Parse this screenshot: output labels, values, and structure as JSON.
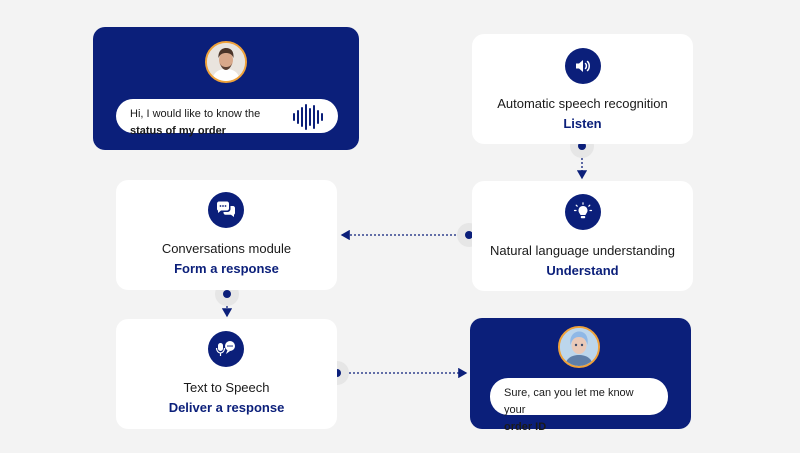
{
  "user_card": {
    "message_line1": "Hi, I would like to know the",
    "message_line2": "status of my order"
  },
  "asr_card": {
    "title": "Automatic speech recognition",
    "subtitle": "Listen",
    "icon": "speaker-icon"
  },
  "nlu_card": {
    "title": "Natural language understanding",
    "subtitle": "Understand",
    "icon": "lightbulb-icon"
  },
  "conversations_card": {
    "title": "Conversations module",
    "subtitle": "Form a response",
    "icon": "chat-bubbles-icon"
  },
  "tts_card": {
    "title": "Text to Speech",
    "subtitle": "Deliver a response",
    "icon": "voice-chat-icon"
  },
  "bot_card": {
    "message_line1": "Sure, can you let me know your",
    "message_line2": "order ID"
  },
  "colors": {
    "navy": "#0b1f7a",
    "background": "#f3f3f3",
    "avatar_ring": "#f0a23a"
  }
}
